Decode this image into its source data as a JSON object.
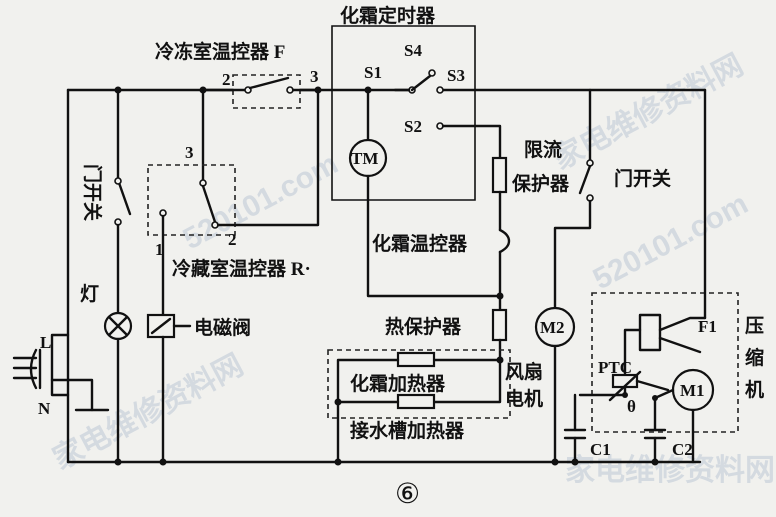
{
  "labels": {
    "defrost_timer": "化霜定时器",
    "freezer_thermostat": "冷冻室温控器 F",
    "fridge_thermostat": "冷藏室温控器 R·",
    "door_switch_left": "门开关",
    "door_switch_right": "门开关",
    "lamp": "灯",
    "solenoid_valve": "电磁阀",
    "current_limiter_line1": "限流",
    "current_limiter_line2": "保护器",
    "defrost_thermostat": "化霜温控器",
    "thermal_protector": "热保护器",
    "defrost_heater": "化霜加热器",
    "drain_heater": "接水槽加热器",
    "fan_motor_line1": "风扇",
    "fan_motor_line2": "电机",
    "compressor": [
      "压",
      "缩",
      "机"
    ],
    "ptc": "PTC",
    "figure_number": "⑥"
  },
  "terminals": {
    "f2": "2",
    "f3": "3",
    "r3": "3",
    "r1": "1",
    "r2": "2",
    "s1": "S1",
    "s2": "S2",
    "s3": "S3",
    "s4": "S4",
    "line": "L",
    "neutral": "N",
    "tm": "TM",
    "m2": "M2",
    "m1": "M1",
    "f1": "F1",
    "c1": "C1",
    "c2": "C2",
    "theta": "θ"
  },
  "watermarks": [
    "家电维修资料网",
    "520101.com",
    "家电维修资料网",
    "520101.com",
    "家电维修资料网"
  ]
}
